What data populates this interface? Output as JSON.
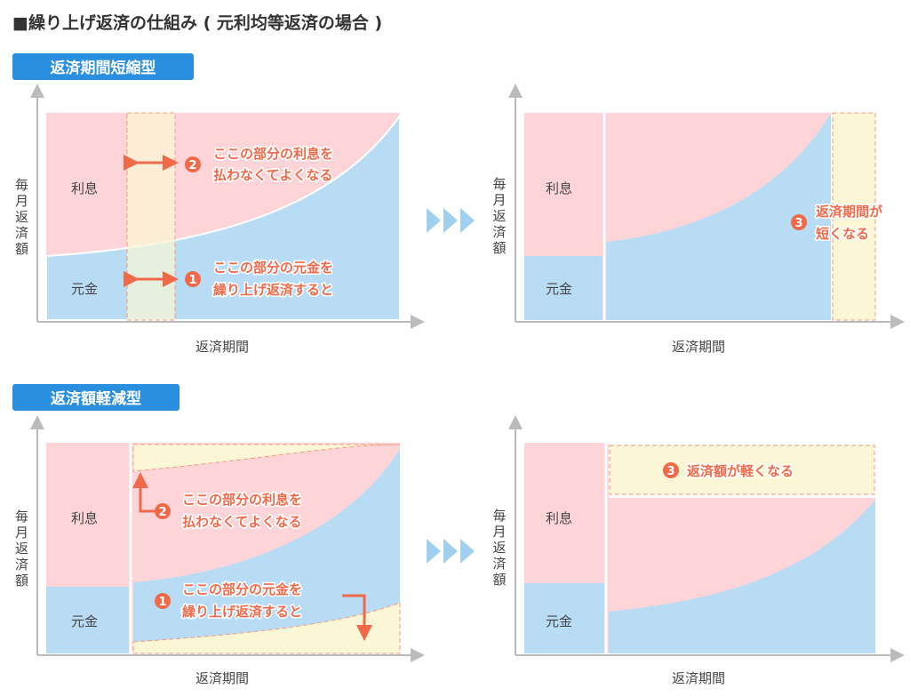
{
  "title": "■繰り上げ返済の仕組み ( 元利均等返済の場合 )",
  "sections": [
    {
      "badge": "返済期間短縮型",
      "left": {
        "interest": "利息",
        "principal": "元金",
        "note2": [
          "ここの部分の利息を",
          "払わなくてよくなる"
        ],
        "note1": [
          "ここの部分の元金を",
          "繰り上げ返済すると"
        ]
      },
      "right": {
        "interest": "利息",
        "principal": "元金",
        "note3": [
          "返済期間が",
          "短くなる"
        ]
      }
    },
    {
      "badge": "返済額軽減型",
      "left": {
        "interest": "利息",
        "principal": "元金",
        "note2": [
          "ここの部分の利息を",
          "払わなくてよくなる"
        ],
        "note1": [
          "ここの部分の元金を",
          "繰り上げ返済すると"
        ]
      },
      "right": {
        "interest": "利息",
        "principal": "元金",
        "note3": "返済額が軽くなる"
      }
    }
  ],
  "y_axis_label": "毎月返済額",
  "y_axis_chars": [
    "毎",
    "月",
    "返",
    "済",
    "額"
  ],
  "x_axis_label": "返済期間",
  "markers": {
    "one": "1",
    "two": "2",
    "three": "3"
  },
  "colors": {
    "interest": "#fdd5d8",
    "principal": "#b9dcf5",
    "band": "#fbf6d6",
    "accent": "#f06a4a",
    "badge": "#2b8fe0"
  }
}
